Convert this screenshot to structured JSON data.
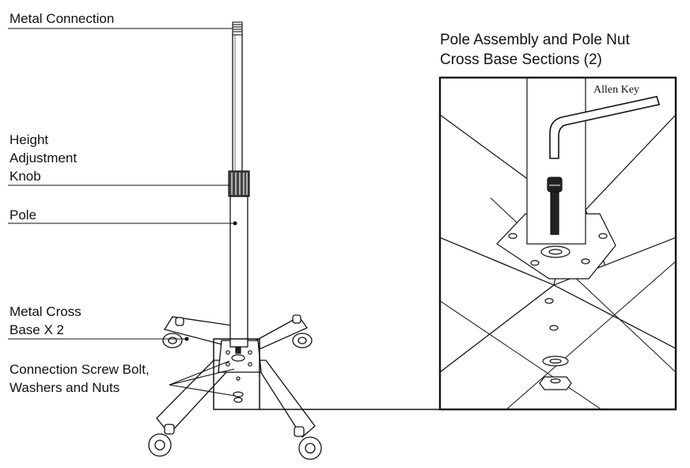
{
  "labels": {
    "metal_connection": "Metal Connection",
    "height_line1": "Height",
    "height_line2": "Adjustment",
    "height_line3": "Knob",
    "pole": "Pole",
    "cross_base_line1": "Metal Cross",
    "cross_base_line2": "Base X 2",
    "screw_line1": "Connection Screw Bolt,",
    "screw_line2": "Washers and Nuts"
  },
  "detail": {
    "title_line1": "Pole Assembly and Pole Nut",
    "title_line2": "Cross Base Sections (2)",
    "allen_key": "Allen Key"
  }
}
